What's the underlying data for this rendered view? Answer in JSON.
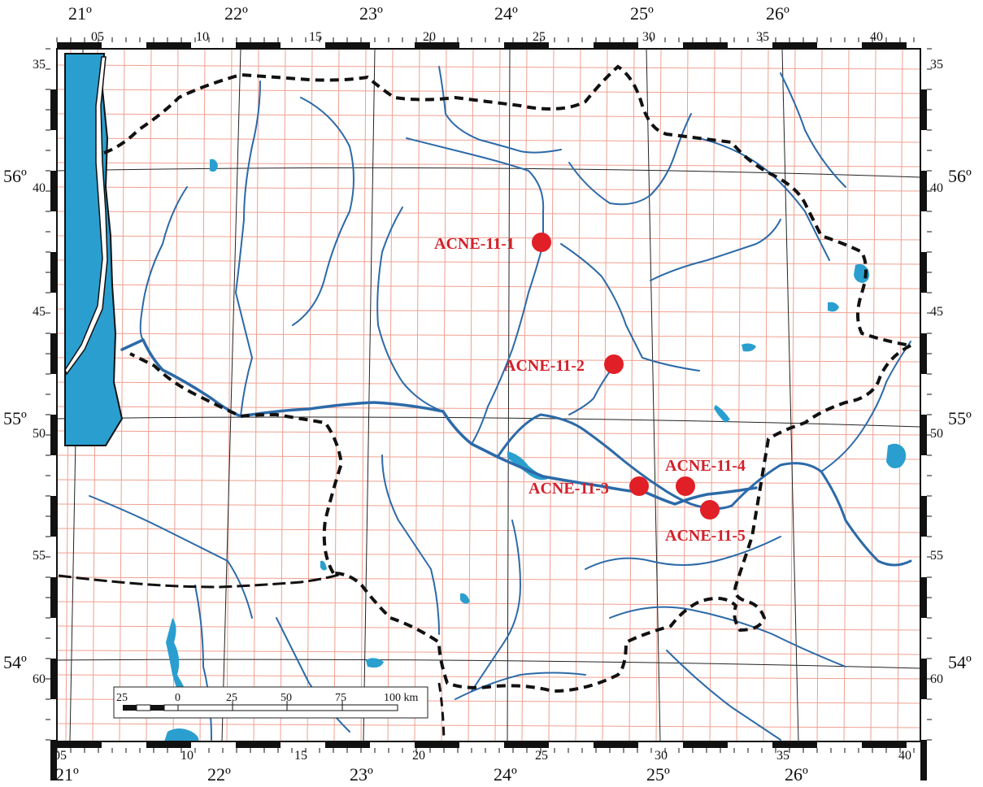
{
  "map": {
    "top_degrees": [
      "21º",
      "22º",
      "23º",
      "24º",
      "25º",
      "26º"
    ],
    "top_minutes": [
      "05",
      "10",
      "15",
      "20",
      "25",
      "30",
      "35",
      "40"
    ],
    "bottom_degrees": [
      "21º",
      "22º",
      "23º",
      "24º",
      "25º",
      "26º"
    ],
    "bottom_minutes": [
      "05",
      "10",
      "15",
      "20",
      "25",
      "30",
      "35",
      "40"
    ],
    "left_degrees": [
      "56º",
      "55º",
      "54º"
    ],
    "left_minutes": [
      "35",
      "40",
      "45",
      "50",
      "55",
      "60"
    ],
    "right_degrees": [
      "56º",
      "55º",
      "54º"
    ],
    "right_minutes": [
      "35",
      "40",
      "45",
      "50",
      "55",
      "60"
    ],
    "colors": {
      "water": "#2a9fcf",
      "river": "#2c6aa8",
      "grid": "#f0a090",
      "site": "#e01f26",
      "border": "#111111"
    },
    "sites": [
      {
        "label": "ACNE-11-1"
      },
      {
        "label": "ACNE-11-2"
      },
      {
        "label": "ACNE-11-3"
      },
      {
        "label": "ACNE-11-4"
      },
      {
        "label": "ACNE-11-5"
      }
    ],
    "scale_bar": {
      "labels": [
        "25",
        "0",
        "25",
        "50",
        "75",
        "100 km"
      ]
    }
  }
}
